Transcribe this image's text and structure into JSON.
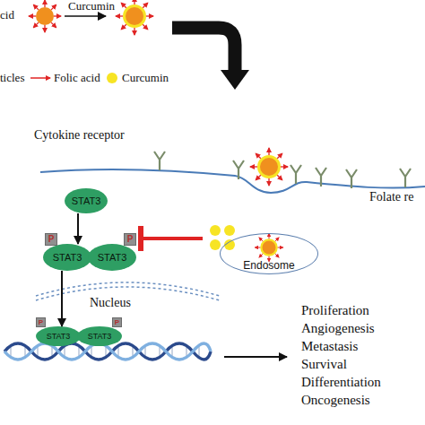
{
  "diagram": {
    "nodes": [
      {
        "text": [
          "STAT3"
        ]
      },
      {
        "text": [
          "STAT3"
        ]
      },
      {
        "text": [
          "STAT3"
        ]
      },
      {
        "text": [
          "P"
        ]
      },
      {
        "text": [
          "P"
        ]
      },
      {
        "text": [
          "Endosome"
        ]
      },
      {
        "text": [
          "STAT3"
        ]
      },
      {
        "text": [
          "STAT3"
        ]
      },
      {
        "text": [
          "P"
        ]
      },
      {
        "text": [
          "P"
        ]
      }
    ],
    "edges": [
      {
        "from": 0,
        "to": 1,
        "arrow": "to"
      },
      {
        "from": 1,
        "to": 6,
        "arrow": "to"
      }
    ],
    "labels": [
      "cid",
      "Curcumin",
      "Cytokine receptor",
      "Folate re",
      "Nucleus",
      "Proliferation",
      "Angiogenesis",
      "Metastasis",
      "Survival",
      "Differentiation",
      "Oncogenesis"
    ],
    "legend": [
      {
        "text": "ticles"
      },
      {
        "text": "Folic acid"
      },
      {
        "text": "Curcumin",
        "color": "#f7e424"
      }
    ]
  }
}
